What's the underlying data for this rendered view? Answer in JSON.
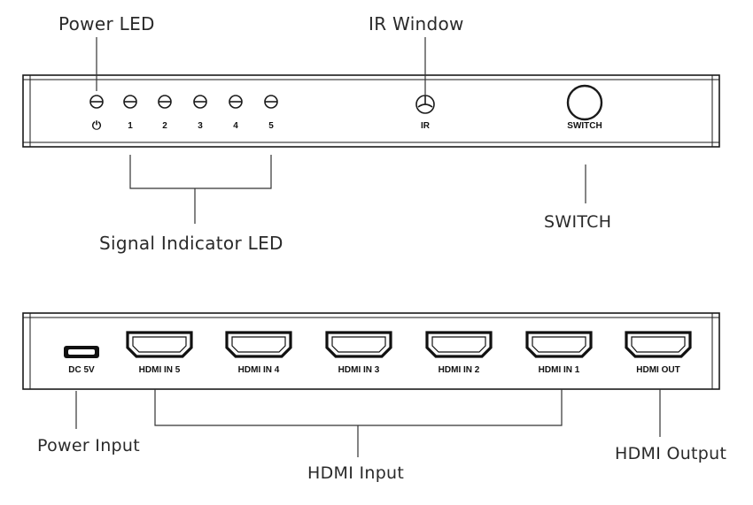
{
  "callouts": {
    "power_led": "Power LED",
    "ir_window": "IR Window",
    "switch": "SWITCH",
    "signal_indicator_led": "Signal Indicator LED",
    "power_input": "Power Input",
    "hdmi_input": "HDMI Input",
    "hdmi_output": "HDMI Output"
  },
  "front_panel": {
    "power_symbol": "⏻",
    "led_labels": [
      "1",
      "2",
      "3",
      "4",
      "5"
    ],
    "ir_label": "IR",
    "switch_label": "SWITCH"
  },
  "rear_panel": {
    "dc_label": "DC 5V",
    "ports": [
      "HDMI IN 5",
      "HDMI IN 4",
      "HDMI IN 3",
      "HDMI IN 2",
      "HDMI IN 1",
      "HDMI OUT"
    ]
  }
}
